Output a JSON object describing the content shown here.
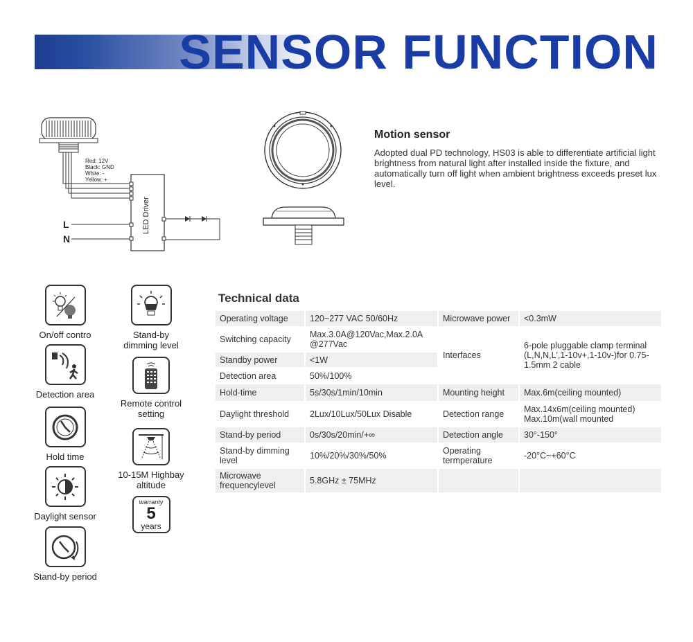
{
  "header": {
    "title": "SENSOR FUNCTION"
  },
  "wiring": {
    "notes": [
      "Red: 12V",
      "Black: GND",
      "White:  -",
      "Yellow:  +"
    ],
    "driver_label": "LED Driver",
    "line_L": "L",
    "line_N": "N"
  },
  "motion": {
    "title": "Motion sensor",
    "text": "Adopted dual PD technology, HS03 is able to differentiate artificial light brightness from natural light after installed inside the fixture, and automatically turn off light when ambient brightness exceeds preset lux level."
  },
  "features": {
    "onoff": "On/off contro",
    "detection_area": "Detection area",
    "hold_time": "Hold time",
    "daylight": "Daylight sensor",
    "standby_period": "Stand-by period",
    "standby_dimming": "Stand-by dimming level",
    "remote": "Remote control setting",
    "highbay": "10-15M Highbay altitude",
    "warranty_word": "warranty",
    "warranty_num": "5",
    "warranty_unit": "years"
  },
  "technical": {
    "title": "Technical data",
    "rows": [
      {
        "k1": "Operating voltage",
        "v1": "120~277 VAC 50/60Hz",
        "k2": "Microwave power",
        "v2": "<0.3mW"
      },
      {
        "k1": "Switching capacity",
        "v1": "Max.3.0A@120Vac,Max.2.0A @277Vac",
        "k2": "Interfaces",
        "v2": "6-pole pluggable clamp terminal (L,N,N,L',1-10v+,1-10v-)for 0.75-1.5mm 2 cable"
      },
      {
        "k1": "Standby power",
        "v1": "<1W"
      },
      {
        "k1": "Detection area",
        "v1": "50%/100%"
      },
      {
        "k1": "Hold-time",
        "v1": "5s/30s/1min/10min",
        "k2": "Mounting height",
        "v2": "Max.6m(ceiling mounted)"
      },
      {
        "k1": "Daylight threshold",
        "v1": "2Lux/10Lux/50Lux Disable",
        "k2": "Detection range",
        "v2": "Max.14x6m(ceiling mounted) Max.10m(wall mounted"
      },
      {
        "k1": "Stand-by period",
        "v1": "0s/30s/20min/+∞",
        "k2": "Detection angle",
        "v2": "30°-150°"
      },
      {
        "k1": "Stand-by dimming level",
        "v1": "10%/20%/30%/50%",
        "k2": "Operating termperature",
        "v2": "-20°C~+60°C"
      },
      {
        "k1": "Microwave frequencylevel",
        "v1": "5.8GHz ± 75MHz",
        "k2": "",
        "v2": ""
      }
    ]
  }
}
